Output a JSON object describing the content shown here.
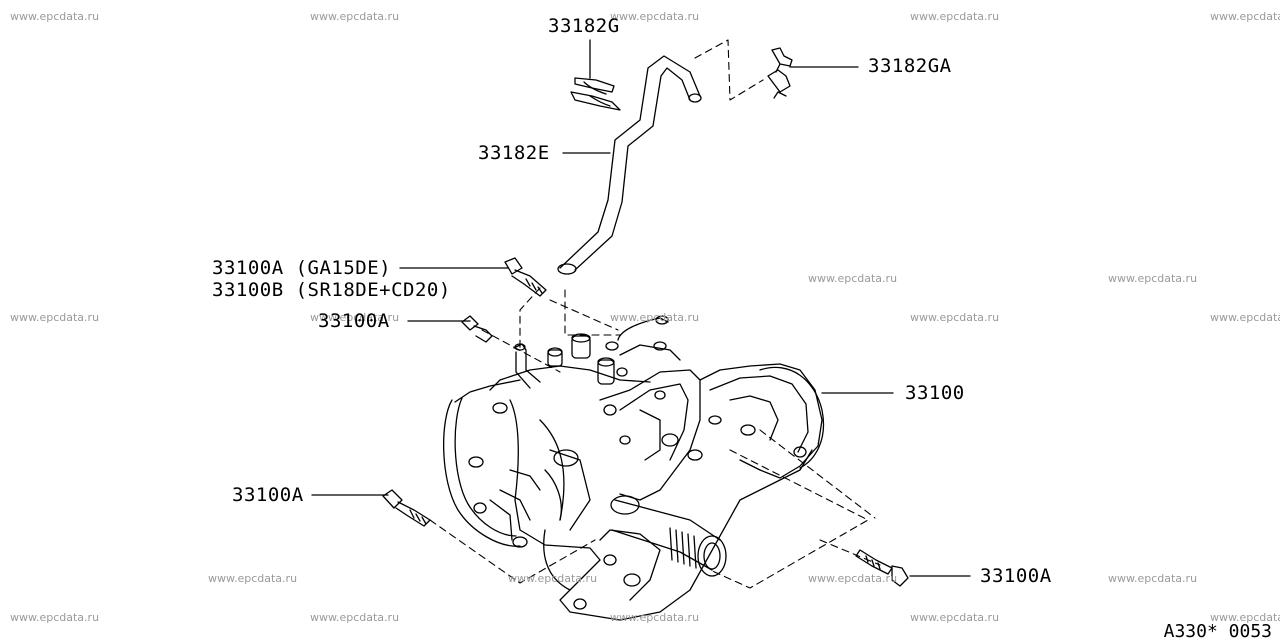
{
  "watermark": "www.epcdata.ru",
  "labels": {
    "p33182g": "33182G",
    "p33182ga": "33182GA",
    "p33182e": "33182E",
    "p33100a_ga15de": "33100A (GA15DE)",
    "p33100b_sr18de": "33100B (SR18DE+CD20)",
    "p33100a_mid": "33100A",
    "p33100": "33100",
    "p33100a_left": "33100A",
    "p33100a_right": "33100A"
  },
  "diagram_code": "A330* 0053",
  "colors": {
    "line": "#000000",
    "watermark": "#9a9a9a",
    "background": "#ffffff"
  }
}
